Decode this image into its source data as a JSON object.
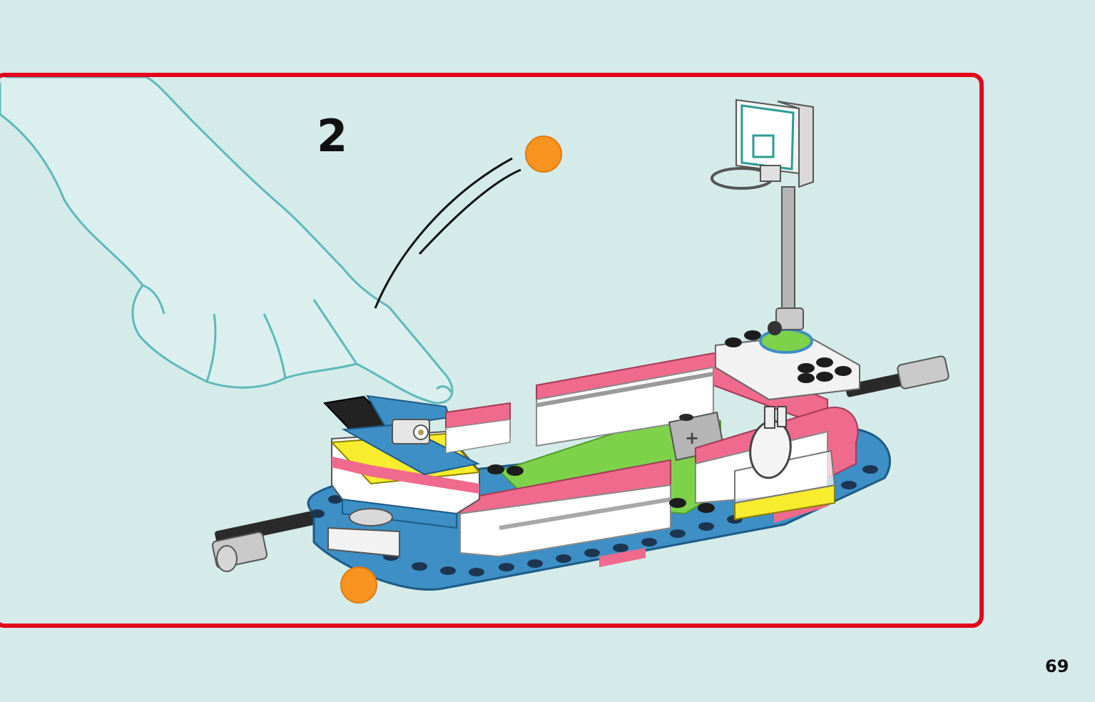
{
  "instruction": {
    "step_number": "2",
    "page_number": "69"
  },
  "illustration": {
    "subject": "flick-launcher-play-demo",
    "icons": [
      "hand-icon",
      "ball-icon",
      "basketball-hoop-icon",
      "tennis-racket-icon",
      "game-table-icon"
    ]
  },
  "colors": {
    "frame": "#e2001a",
    "background": "#d4ebea",
    "ball": "#f7931e",
    "pink": "#ef6a8c",
    "blue": "#3d8fc6",
    "green": "#7dd24a",
    "yellow": "#f8ec2e"
  }
}
